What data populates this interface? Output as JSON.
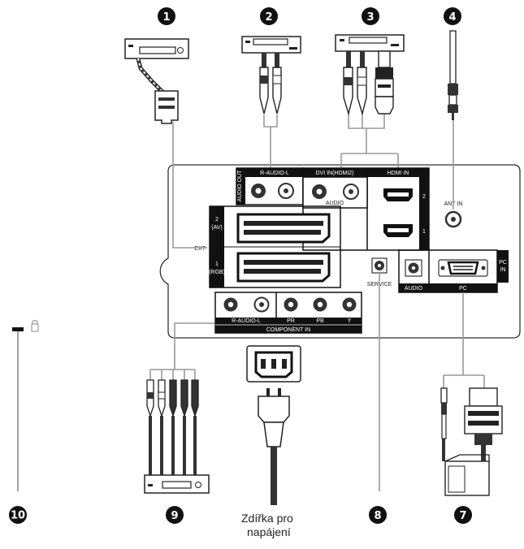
{
  "callouts": {
    "c1": "1",
    "c2": "2",
    "c3": "3",
    "c4": "4",
    "c7": "7",
    "c8": "8",
    "c9": "9",
    "c10": "10"
  },
  "panel": {
    "audio_out": "AUDIO OUT",
    "audio_rl": "R-AUDIO-L",
    "dvi_in": "DVI IN(HDMI2)",
    "dvi_audio": "AUDIO",
    "hdmi_in": "HDMI IN",
    "hdmi_2": "2",
    "hdmi_1": "1",
    "ant_in": "ANT IN",
    "ext": "EXT",
    "ext2_num": "2",
    "ext2_sub": "(AV)",
    "ext1_num": "1",
    "ext1_sub": "(RGB)",
    "service": "SERVICE",
    "pc_audio": "AUDIO",
    "pc": "PC",
    "pc_in_1": "PC",
    "pc_in_2": "IN",
    "comp_audio": "R-AUDIO-L",
    "comp_pr": "PR",
    "comp_pb": "PB",
    "comp_y": "Y",
    "component_in": "COMPONENT IN"
  },
  "caption": {
    "line1": "Zdířka pro",
    "line2": "napájení"
  }
}
